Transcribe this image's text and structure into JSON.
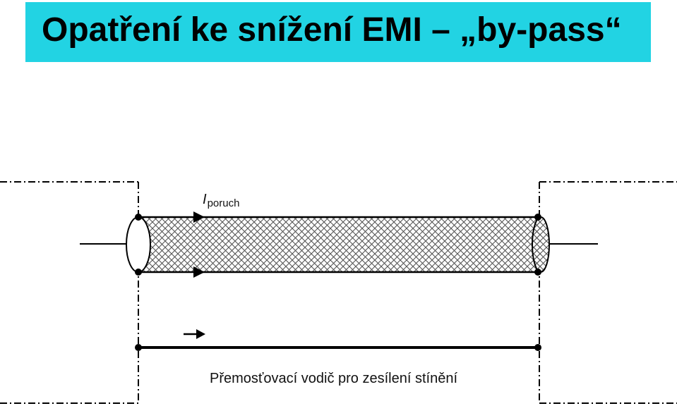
{
  "slide": {
    "title": "Opatření ke snížení EMI – „by-pass“",
    "title_background": "#22d3e3"
  },
  "diagram": {
    "current_label_main": "I",
    "current_label_sub": "poruch",
    "bypass_caption": "Přemosťovací vodič pro zesílení stínění",
    "colors": {
      "line": "#000000",
      "shield_hatch": "#555555"
    }
  }
}
